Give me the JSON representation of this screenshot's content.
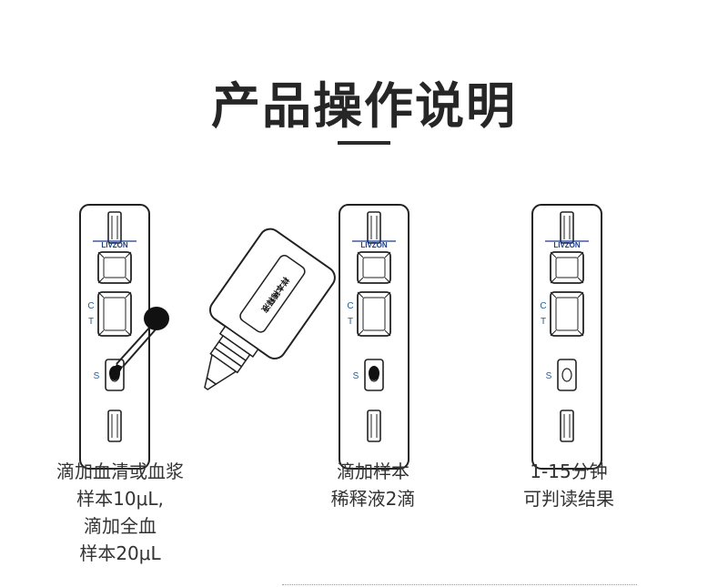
{
  "title": "产品操作说明",
  "brand": "LIVZON",
  "cassette_labels": {
    "c": "C",
    "t": "T",
    "s": "S"
  },
  "bottle_label": "样本稀释液",
  "steps": [
    {
      "caption": [
        "滴加血清或血浆",
        "样本10μL,",
        "滴加全血",
        "样本20μL"
      ]
    },
    {
      "caption": [
        "滴加样本",
        "稀释液2滴"
      ]
    },
    {
      "caption": [
        "1-15分钟",
        "可判读结果"
      ]
    }
  ]
}
